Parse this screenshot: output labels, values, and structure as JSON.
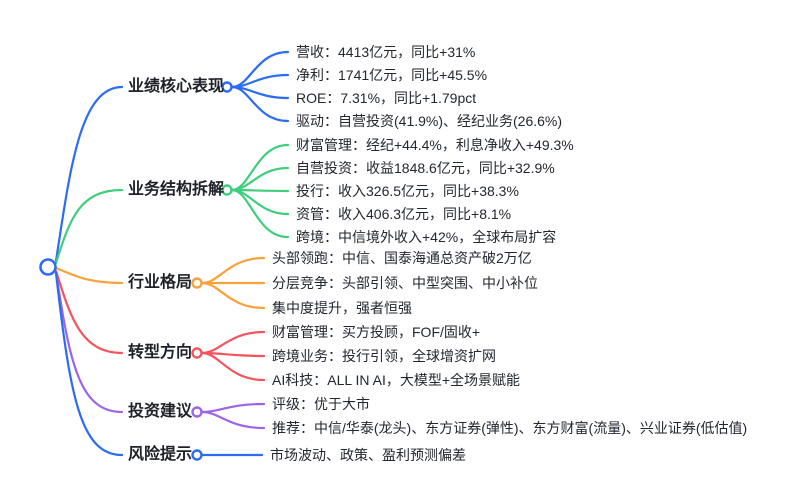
{
  "root": {
    "label": "",
    "color": "#2C6CF2"
  },
  "branches": [
    {
      "label": "业绩核心表现",
      "color": "#2C6CF2",
      "leaves": [
        "营收：4413亿元，同比+31%",
        "净利：1741亿元，同比+45.5%",
        "ROE：7.31%，同比+1.79pct",
        "驱动：自营投资(41.9%)、经纪业务(26.6%)"
      ]
    },
    {
      "label": "业务结构拆解",
      "color": "#3FCE7C",
      "leaves": [
        "财富管理：经纪+44.4%，利息净收入+49.3%",
        "自营投资：收益1848.6亿元，同比+32.9%",
        "投行：收入326.5亿元，同比+38.3%",
        "资管：收入406.3亿元，同比+8.1%",
        "跨境：中信境外收入+42%，全球布局扩容"
      ]
    },
    {
      "label": "行业格局",
      "color": "#F9A13B",
      "leaves": [
        "头部领跑：中信、国泰海通总资产破2万亿",
        "分层竞争：头部引领、中型突围、中小补位",
        "集中度提升，强者恒强"
      ]
    },
    {
      "label": "转型方向",
      "color": "#F4545E",
      "leaves": [
        "财富管理：买方投顾，FOF/固收+",
        "跨境业务：投行引领，全球增资扩网",
        "AI科技：ALL IN AI，大模型+全场景赋能"
      ]
    },
    {
      "label": "投资建议",
      "color": "#9D64E6",
      "leaves": [
        "评级：优于大市",
        "推荐：中信/华泰(龙头)、东方证券(弹性)、东方财富(流量)、兴业证券(低估值)"
      ]
    },
    {
      "label": "风险提示",
      "color": "#2C6CF2",
      "leaves": [
        "市场波动、政策、盈利预测偏差"
      ]
    }
  ]
}
